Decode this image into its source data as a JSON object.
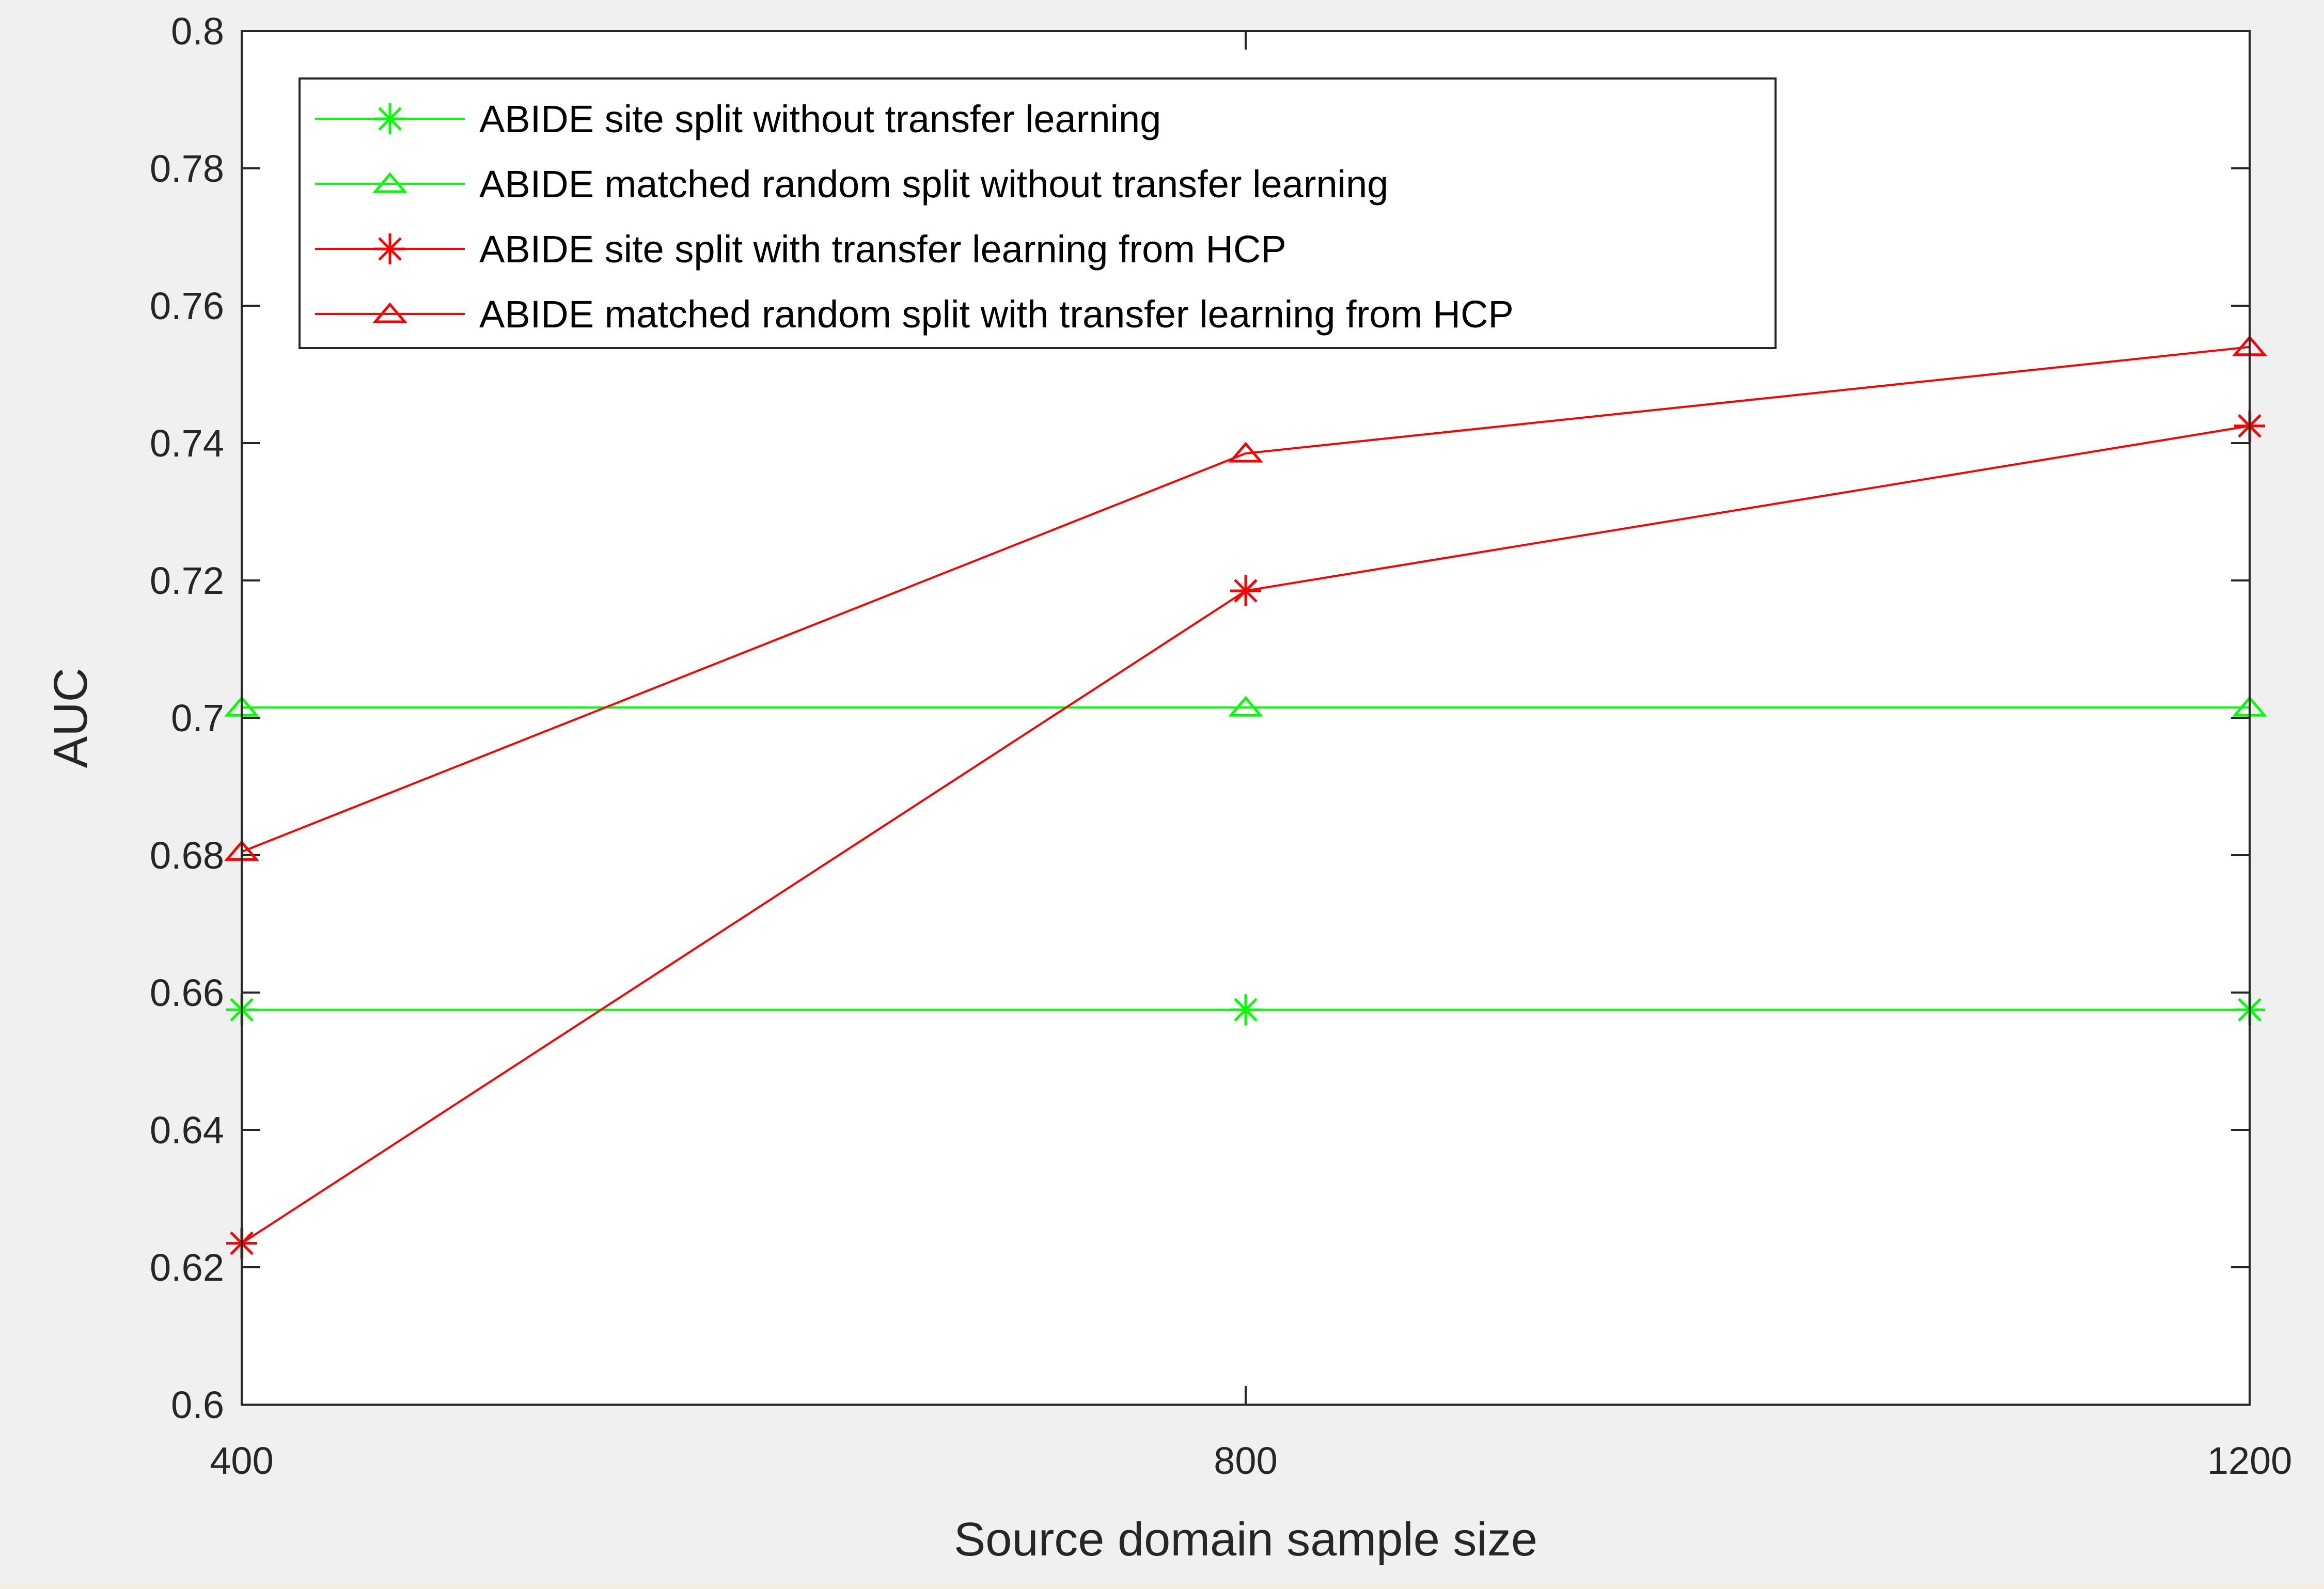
{
  "chart_data": {
    "type": "line",
    "xlabel": "Source domain sample size",
    "ylabel": "AUC",
    "x": [
      400,
      800,
      1200
    ],
    "xticks": [
      400,
      800,
      1200
    ],
    "xtick_labels": [
      "400",
      "800",
      "1200"
    ],
    "xlim": [
      400,
      1200
    ],
    "ylim": [
      0.6,
      0.8
    ],
    "yticks": [
      0.6,
      0.62,
      0.64,
      0.66,
      0.68,
      0.7,
      0.72,
      0.74,
      0.76,
      0.78,
      0.8
    ],
    "ytick_labels": [
      "0.6",
      "0.62",
      "0.64",
      "0.66",
      "0.68",
      "0.7",
      "0.72",
      "0.74",
      "0.76",
      "0.78",
      "0.8"
    ],
    "grid": false,
    "legend_position": "top-left",
    "series": [
      {
        "name": "ABIDE site split without transfer learning",
        "values": [
          0.6575,
          0.6575,
          0.6575
        ],
        "color": "#00ff00",
        "marker": "asterisk"
      },
      {
        "name": "ABIDE matched random split without transfer learning",
        "values": [
          0.7015,
          0.7015,
          0.7015
        ],
        "color": "#00ff00",
        "marker": "triangle"
      },
      {
        "name": "ABIDE site split with transfer learning from HCP",
        "values": [
          0.6235,
          0.7185,
          0.7425
        ],
        "color": "#ff0000",
        "marker": "asterisk"
      },
      {
        "name": "ABIDE matched random split with transfer learning from HCP",
        "values": [
          0.6805,
          0.7385,
          0.754
        ],
        "color": "#ff0000",
        "marker": "triangle"
      }
    ]
  }
}
